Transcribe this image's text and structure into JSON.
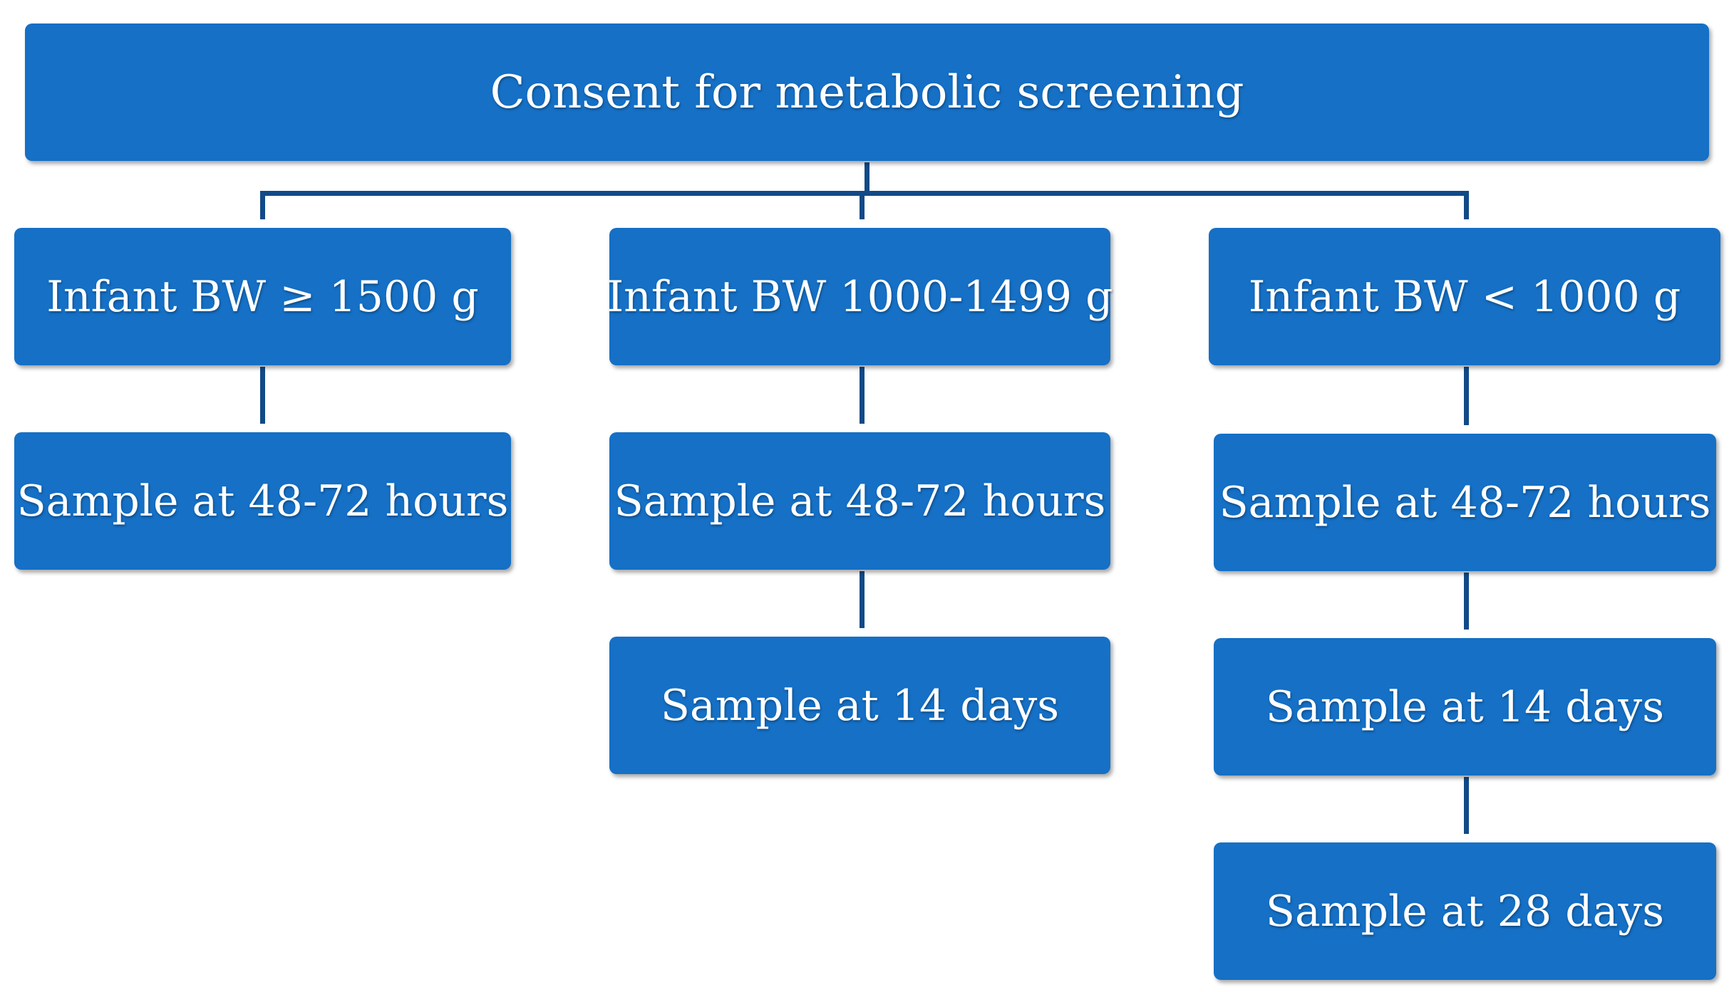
{
  "diagram": {
    "root": {
      "label": "Consent for metabolic screening"
    },
    "branches": [
      {
        "label": "Infant BW ≥ 1500 g",
        "samples": [
          "Sample at 48-72 hours"
        ]
      },
      {
        "label": "Infant BW 1000-1499 g",
        "samples": [
          "Sample at 48-72 hours",
          "Sample at 14 days"
        ]
      },
      {
        "label": "Infant BW < 1000 g",
        "samples": [
          "Sample at 48-72 hours",
          "Sample at 14 days",
          "Sample at 28 days"
        ]
      }
    ],
    "colors": {
      "box_fill": "#1570c6",
      "connector": "#114a87",
      "text": "#ffffff"
    }
  }
}
